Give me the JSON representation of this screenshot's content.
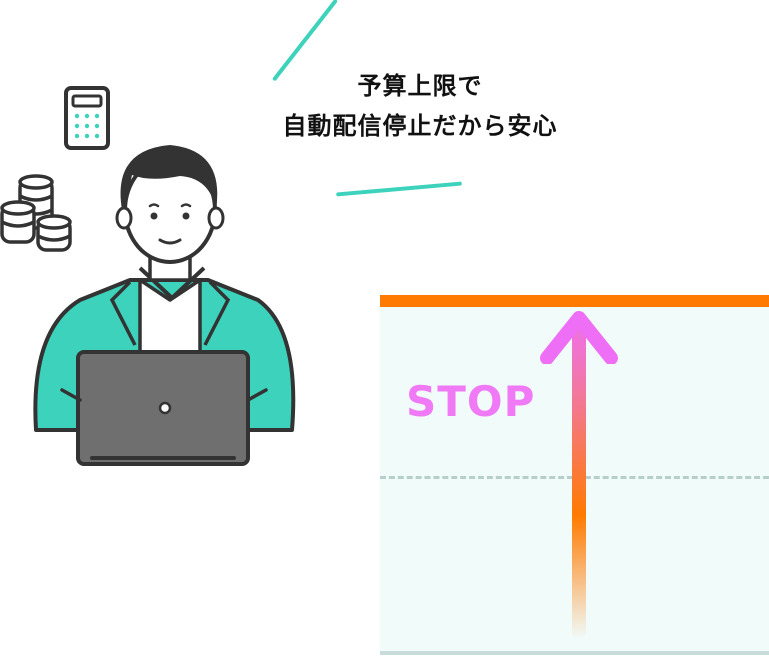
{
  "caption": {
    "line1": "予算上限で",
    "line2": "自動配信停止だから安心"
  },
  "chart": {
    "stop_label": "STOP"
  },
  "colors": {
    "accent_teal": "#3dd2bb",
    "limit_orange": "#ff7a00",
    "stop_pink": "#f07af5",
    "panel_bg": "#f1fbf9"
  },
  "icons": {
    "calculator": "calculator-icon",
    "coins": "coins-icon",
    "laptop": "laptop-icon"
  }
}
